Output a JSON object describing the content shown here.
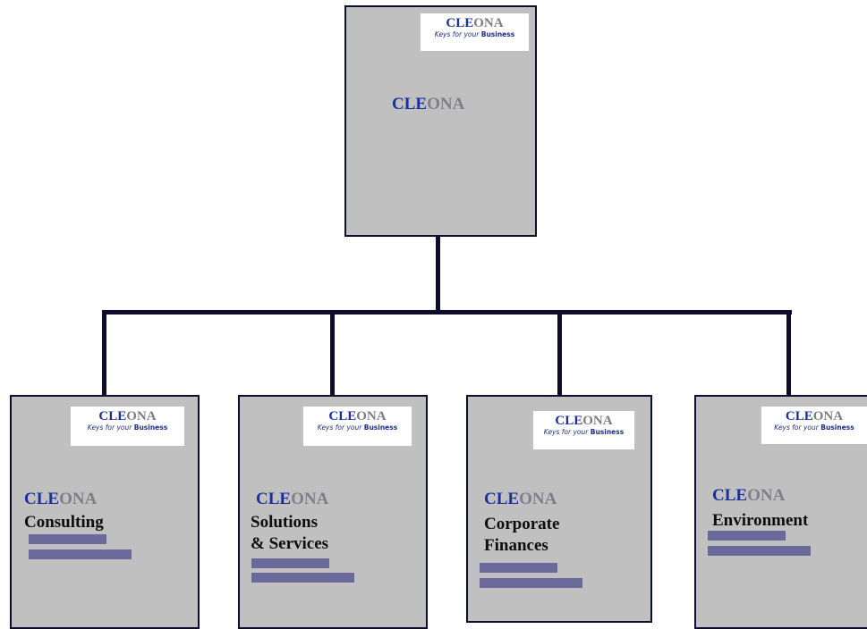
{
  "logo": {
    "brand_cle": "CLE",
    "brand_ona": "ONA",
    "tagline_a": "Keys for your",
    "tagline_b": "Business"
  },
  "root": {
    "title_cle": "CLE",
    "title_ona": "ONA"
  },
  "children": [
    {
      "title_cle": "CLE",
      "title_ona": "ONA",
      "subtitle": "Consulting"
    },
    {
      "title_cle": "CLE",
      "title_ona": "ONA",
      "subtitle": "Solutions\n& Services"
    },
    {
      "title_cle": "CLE",
      "title_ona": "ONA",
      "subtitle": "Corporate\nFinances"
    },
    {
      "title_cle": "CLE",
      "title_ona": "ONA",
      "subtitle": "Environment"
    }
  ],
  "colors": {
    "box_fill": "#c0c0c0",
    "border": "#0d0d2e",
    "brand_blue": "#1b2f9a",
    "brand_gray": "#7f7f8a",
    "bar": "#6a6a9a"
  }
}
